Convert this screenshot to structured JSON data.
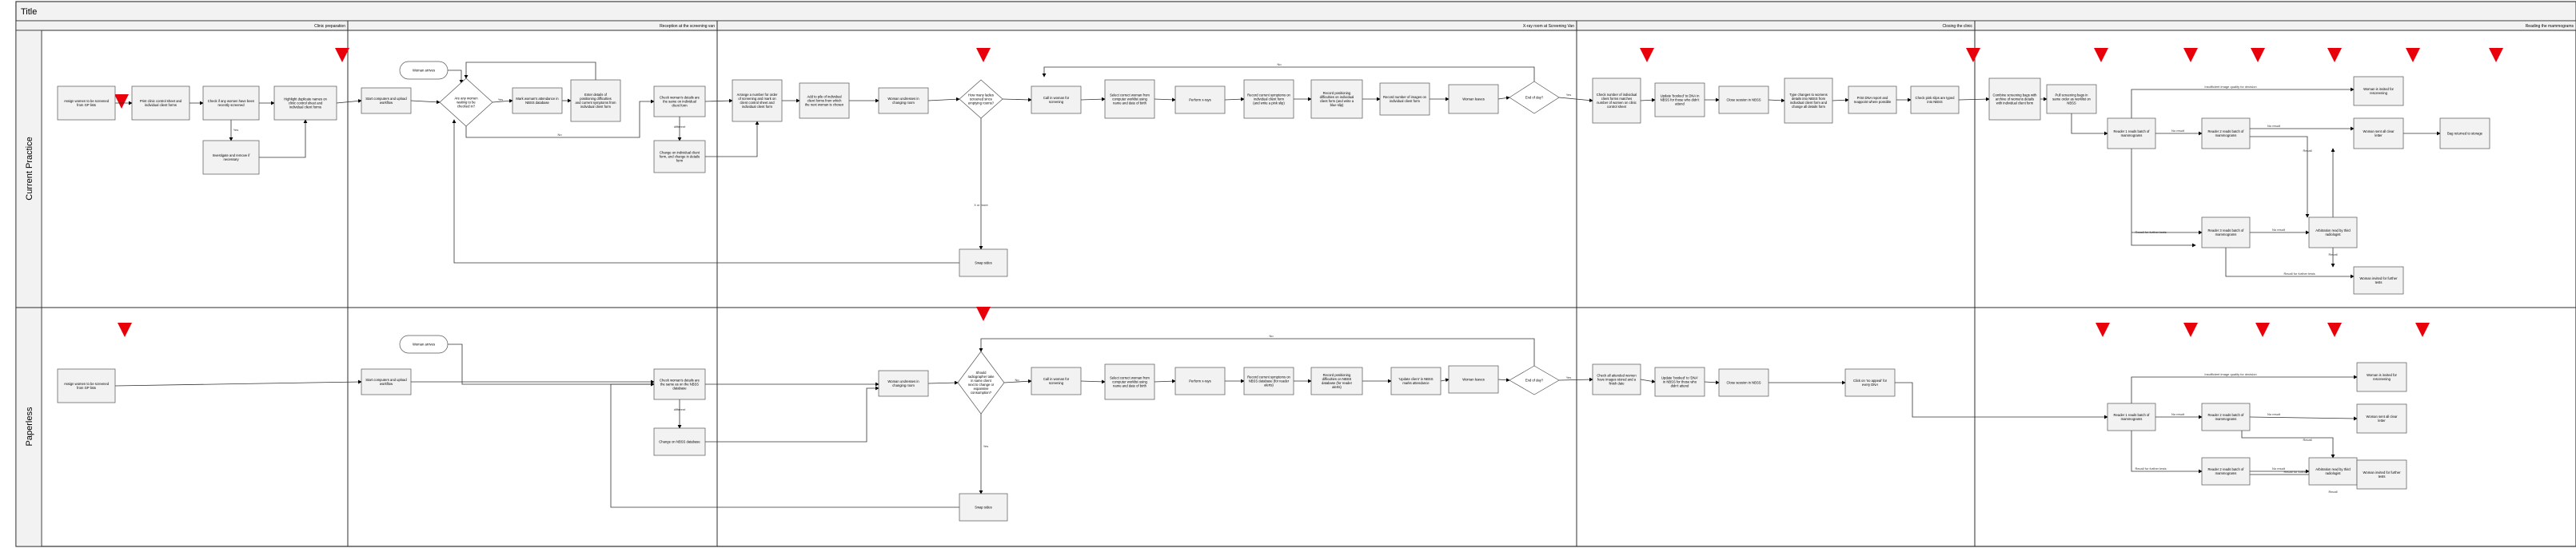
{
  "title": "Title",
  "phases": [
    {
      "id": "p1",
      "label": "Clinic preparation"
    },
    {
      "id": "p2",
      "label": "Reception at the screening van"
    },
    {
      "id": "p3",
      "label": "X-ray room at Screening Van"
    },
    {
      "id": "p4",
      "label": "Closing the clinic"
    },
    {
      "id": "p5",
      "label": "Reading the mammograms"
    }
  ],
  "lanes": [
    {
      "id": "current",
      "label": "Current Practice"
    },
    {
      "id": "paperless",
      "label": "Paperless"
    }
  ],
  "nodes": [
    {
      "id": "c_assign",
      "text": "Assign women to be screened from GP lists"
    },
    {
      "id": "c_print",
      "text": "Print clinic control sheet and individual client forms"
    },
    {
      "id": "c_check",
      "text": "Check if any women have been recently screened"
    },
    {
      "id": "c_investigate",
      "text": "Investigate and remove if necessary"
    },
    {
      "id": "c_highlight",
      "text": "Highlight duplicate names on clinic control sheet and individual client forms"
    },
    {
      "id": "c_arrive",
      "text": "Woman arrives"
    },
    {
      "id": "c_start",
      "text": "Start computers and upload workflow"
    },
    {
      "id": "c_waiting",
      "text": "Are any women waiting to be checked in?"
    },
    {
      "id": "c_attendance",
      "text": "Mark woman's attendance in NBSS database"
    },
    {
      "id": "c_enter",
      "text": "Enter details of positioning difficulties and current symptoms from individual client form"
    },
    {
      "id": "c_checkdetails",
      "text": "Check woman's details are the same on individual client form"
    },
    {
      "id": "c_change",
      "text": "Change on individual client form, and change in details form"
    },
    {
      "id": "c_arrange",
      "text": "Arrange a number for order of screening and mark on client control sheet and individual client form"
    },
    {
      "id": "c_addpile",
      "text": "Add to pile of individual client forms from which the next woman is chosen"
    },
    {
      "id": "c_undress",
      "text": "Woman undresses in changing room"
    },
    {
      "id": "c_howmany",
      "text": "How many ladies screened since emptying rooms?"
    },
    {
      "id": "c_swap",
      "text": "Swap sides"
    },
    {
      "id": "c_call",
      "text": "Call in woman for screening"
    },
    {
      "id": "c_select",
      "text": "Select correct woman from computer worklist using name and date of birth"
    },
    {
      "id": "c_xray",
      "text": "Perform x-rays"
    },
    {
      "id": "c_record",
      "text": "Record current symptoms on individual client form (and write a pink slip)"
    },
    {
      "id": "c_recordpos",
      "text": "Record positioning difficulties on individual client form (and write a blue slip)"
    },
    {
      "id": "c_recordnum",
      "text": "Record number of images on individual client form"
    },
    {
      "id": "c_leaves",
      "text": "Woman leaves"
    },
    {
      "id": "c_endday",
      "text": "End of day?"
    },
    {
      "id": "c_checknum",
      "text": "Check number of individual client forms matches number of women on clinic control sheet"
    },
    {
      "id": "c_update",
      "text": "Update 'booked' to DNA in NBSS for those who didn't attend"
    },
    {
      "id": "c_close",
      "text": "Close session in NBSS"
    },
    {
      "id": "c_type",
      "text": "Type changes to womens details into NBSS from individual client form and change all details form"
    },
    {
      "id": "c_printdna",
      "text": "Print DNA report and reappoint where possible"
    },
    {
      "id": "c_checkpink",
      "text": "Check pink slips are typed into NBSS"
    },
    {
      "id": "c_combine",
      "text": "Combine screening bags with archive of womens details with individual client form"
    },
    {
      "id": "c_pullbags",
      "text": "Pull screening bags in same order as worklist on NBSS"
    },
    {
      "id": "c_reader1",
      "text": "Reader 1 reads batch of mammograms"
    },
    {
      "id": "c_reader2",
      "text": "Reader 2 reads batch of mammograms"
    },
    {
      "id": "c_reader3",
      "text": "Reader 3 reads batch of mammograms"
    },
    {
      "id": "c_arbitration",
      "text": "Arbitration read by third radiologist"
    },
    {
      "id": "c_recalled",
      "text": "Woman is invited for rescreening"
    },
    {
      "id": "c_normal",
      "text": "Woman sent all clear letter"
    },
    {
      "id": "c_bag",
      "text": "Bag returned to storage"
    },
    {
      "id": "c_invited",
      "text": "Woman invited for further tests"
    },
    {
      "id": "p_assign",
      "text": "Assign women to be screened from GP lists"
    },
    {
      "id": "p_arrive",
      "text": "Woman arrives"
    },
    {
      "id": "p_start",
      "text": "Start computers and upload workflow"
    },
    {
      "id": "p_checkdetails",
      "text": "Check woman's details are the same as on the NBSS database"
    },
    {
      "id": "p_change",
      "text": "Change on NBSS database"
    },
    {
      "id": "p_undress",
      "text": "Woman undresses in changing room"
    },
    {
      "id": "p_should",
      "text": "Should radiographer take in same client next to change or expansive consumption?"
    },
    {
      "id": "p_swap",
      "text": "Swap sides"
    },
    {
      "id": "p_call",
      "text": "Call in woman for screening"
    },
    {
      "id": "p_select",
      "text": "Select correct woman from computer worklist using name and date of birth"
    },
    {
      "id": "p_xray",
      "text": "Perform x-rays"
    },
    {
      "id": "p_record",
      "text": "Record current symptoms on NBSS database (for reader alerts)"
    },
    {
      "id": "p_recordpos",
      "text": "Record positioning difficulties on NBSS database (for reader alerts)"
    },
    {
      "id": "p_update",
      "text": "'Update client' in NBSS marks attendance"
    },
    {
      "id": "p_leaves",
      "text": "Woman leaves"
    },
    {
      "id": "p_endday",
      "text": "End of day?"
    },
    {
      "id": "p_checkall",
      "text": "Check all attended women have images stored and a finish date"
    },
    {
      "id": "p_updatedna",
      "text": "Update 'booked' to 'DNA' in NBSS for those who didn't attend"
    },
    {
      "id": "p_close",
      "text": "Close session in NBSS"
    },
    {
      "id": "p_clickno",
      "text": "Click on 'no appeal' for every DNA"
    },
    {
      "id": "p_reader1",
      "text": "Reader 1 reads batch of mammograms"
    },
    {
      "id": "p_reader2",
      "text": "Reader 2 reads batch of mammograms"
    },
    {
      "id": "p_reader3",
      "text": "Reader 2 reads batch of mammograms"
    },
    {
      "id": "p_arbitration",
      "text": "Arbitration read by third radiologist"
    },
    {
      "id": "p_recalled",
      "text": "Woman is invited for rescreening"
    },
    {
      "id": "p_normal",
      "text": "Woman sent all clear letter"
    },
    {
      "id": "p_invited",
      "text": "Woman invited for further tests"
    }
  ],
  "edge_labels": {
    "yes": "Yes",
    "no": "No",
    "no_result": "No result",
    "recall": "Recall",
    "insufficient": "Insufficient image quality for decision",
    "recall_tests": "Recall for further tests",
    "different": "different",
    "gt_cutoff": "X or more"
  },
  "colors": {
    "marker": "#e8000b",
    "frame": "#2e2e2e",
    "node_fill": "#f2f2f2",
    "header_fill": "#f2f2f2",
    "lane_header_fill": "#f2f2f2"
  }
}
